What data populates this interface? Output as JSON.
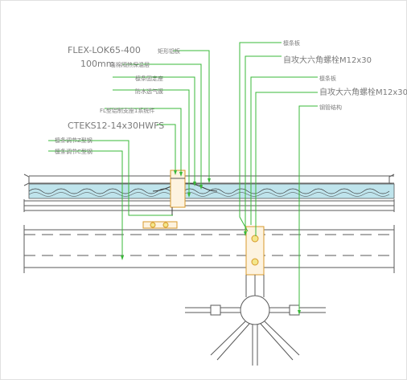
{
  "title": "",
  "colors": {
    "line": "#5a5a5a",
    "leader": "#38b838",
    "accent": "#d89a2a",
    "insulation": "#bfe4ec",
    "text": "#7b7b7b"
  },
  "labels_left": [
    "FLEX-LOK65-400",
    "矩形铝板",
    "100mm",
    "岩棉隔热保温层",
    "檩条固定座",
    "防水透气膜",
    "FL型铝制支座1系统件",
    "CTEKS12-14x30HWFS",
    "檩条调节Z型钢",
    "檩条调节C型钢"
  ],
  "labels_right": [
    "檩条板",
    "自攻大六角螺栓M12x30",
    "檩条板",
    "自攻大六角螺栓M12x30",
    "钢管结构"
  ]
}
